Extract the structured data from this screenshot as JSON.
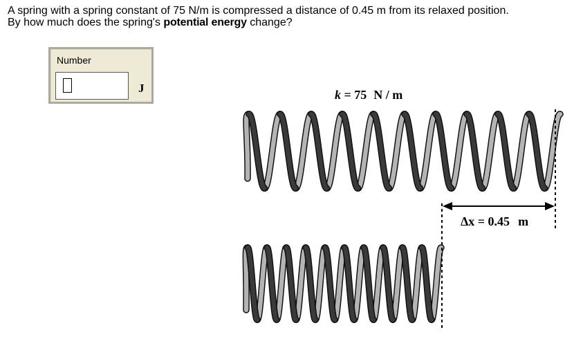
{
  "question": {
    "line1": "A spring with a spring constant of 75 N/m is compressed a distance of 0.45 m from its relaxed position.",
    "line2_prefix": "By how much does the spring's ",
    "line2_emphasis": "potential energy",
    "line2_suffix": " change?"
  },
  "answer": {
    "label": "Number",
    "value": "",
    "unit": "J"
  },
  "figure": {
    "k_symbol": "k",
    "k_equals": " = 75",
    "k_unit": "N / m",
    "dx_symbol": "Δx",
    "dx_equals": " = 0.45",
    "dx_unit": "m",
    "spring_colors": {
      "front": "#3a3a3a",
      "back": "#b4b4b4",
      "outline": "#111111"
    },
    "relaxed_coils": 10,
    "compressed_coils": 10
  }
}
